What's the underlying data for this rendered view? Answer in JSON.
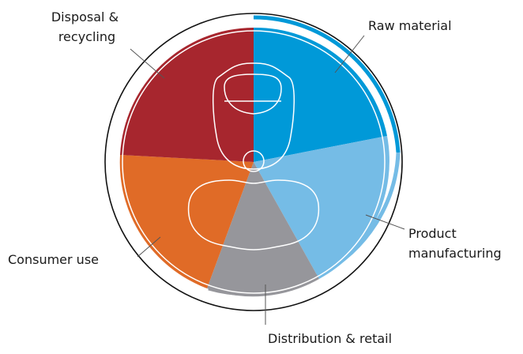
{
  "diagram": {
    "segments": [
      {
        "id": "raw-material",
        "label": "Raw material",
        "color": "#0099d8"
      },
      {
        "id": "product-manufacturing",
        "label_lines": [
          "Product",
          "manufacturing"
        ],
        "color": "#75bce6"
      },
      {
        "id": "distribution-retail",
        "label": "Distribution & retail",
        "color": "#96969b"
      },
      {
        "id": "consumer-use",
        "label": "Consumer use",
        "color": "#e06b27"
      },
      {
        "id": "disposal-recycling",
        "label_lines": [
          "Disposal &",
          "recycling"
        ],
        "color": "#a7262e"
      }
    ],
    "outline_color": "#ffffff",
    "ring_color": "#111111"
  }
}
